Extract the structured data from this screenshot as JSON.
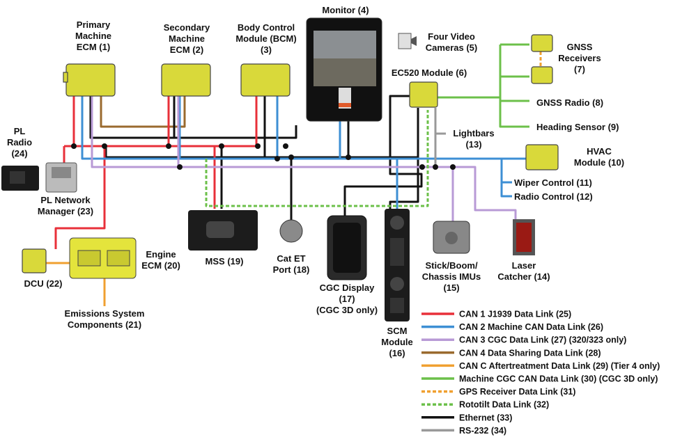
{
  "colors": {
    "can1": "#e8303a",
    "can2": "#3d8fd4",
    "can3": "#b89ad6",
    "can4": "#9a6a2e",
    "canc": "#f0a030",
    "machinecgc": "#6cc04a",
    "gps": "#f0a030",
    "rototilt": "#6cc04a",
    "ethernet": "#111111",
    "rs232": "#999999",
    "module": "#d9d93a"
  },
  "components": {
    "primary_ecm": [
      "Primary",
      "Machine",
      "ECM (1)"
    ],
    "secondary_ecm": [
      "Secondary",
      "Machine",
      "ECM (2)"
    ],
    "bcm": [
      "Body Control",
      "Module (BCM)",
      "(3)"
    ],
    "monitor": "Monitor (4)",
    "video_cameras": [
      "Four Video",
      "Cameras (5)"
    ],
    "ec520": "EC520 Module (6)",
    "gnss_receivers": [
      "GNSS",
      "Receivers",
      "(7)"
    ],
    "gnss_radio": "GNSS Radio (8)",
    "heading_sensor": "Heading Sensor (9)",
    "hvac": [
      "HVAC",
      "Module (10)"
    ],
    "wiper": "Wiper Control (11)",
    "radio_control": "Radio Control (12)",
    "lightbars": [
      "Lightbars",
      "(13)"
    ],
    "laser": [
      "Laser",
      "Catcher (14)"
    ],
    "imus": [
      "Stick/Boom/",
      "Chassis IMUs",
      "(15)"
    ],
    "scm": [
      "SCM",
      "Module",
      "(16)"
    ],
    "cgc_display": [
      "CGC Display",
      "(17)",
      "(CGC 3D only)"
    ],
    "cat_et": [
      "Cat ET",
      "Port (18)"
    ],
    "mss": "MSS (19)",
    "engine_ecm": [
      "Engine",
      "ECM (20)"
    ],
    "emissions": [
      "Emissions System",
      "Components (21)"
    ],
    "dcu": "DCU (22)",
    "pl_network": [
      "PL Network",
      "Manager (23)"
    ],
    "pl_radio": [
      "PL",
      "Radio",
      "(24)"
    ]
  },
  "legend": [
    {
      "label": "CAN 1 J1939 Data Link (25)",
      "color": "#e8303a",
      "style": "solid"
    },
    {
      "label": "CAN 2 Machine CAN Data Link (26)",
      "color": "#3d8fd4",
      "style": "solid"
    },
    {
      "label": "CAN 3 CGC Data Link (27) (320/323 only)",
      "color": "#b89ad6",
      "style": "solid"
    },
    {
      "label": "CAN 4 Data Sharing Data Link (28)",
      "color": "#9a6a2e",
      "style": "solid"
    },
    {
      "label": "CAN C Aftertreatment Data Link (29) (Tier 4 only)",
      "color": "#f0a030",
      "style": "solid"
    },
    {
      "label": "Machine CGC CAN Data Link (30) (CGC 3D only)",
      "color": "#6cc04a",
      "style": "solid"
    },
    {
      "label": "GPS Receiver Data Link (31)",
      "color": "#f0a030",
      "style": "dashed"
    },
    {
      "label": "Rototilt Data Link (32)",
      "color": "#6cc04a",
      "style": "dashed"
    },
    {
      "label": "Ethernet (33)",
      "color": "#111111",
      "style": "solid"
    },
    {
      "label": "RS-232 (34)",
      "color": "#999999",
      "style": "solid"
    }
  ]
}
